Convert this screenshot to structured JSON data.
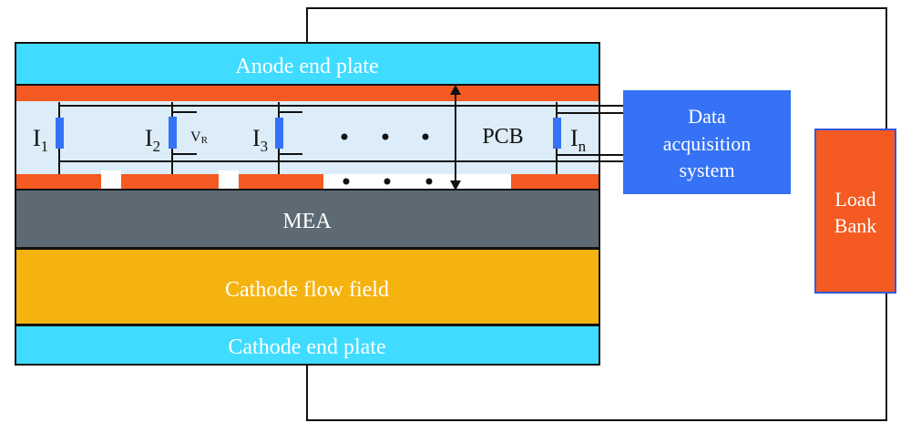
{
  "diagram": {
    "layers": {
      "anode_end_plate": {
        "label": "Anode end plate",
        "color": "#3fdcff"
      },
      "anode_strip": {
        "color": "#f45a22"
      },
      "pcb": {
        "label": "PCB",
        "color": "#dcedf9"
      },
      "mea": {
        "label": "MEA",
        "color": "#5d6a73"
      },
      "cathode_flow_field": {
        "label": "Cathode flow field",
        "color": "#f5b30f"
      },
      "cathode_end_plate": {
        "label": "Cathode end plate",
        "color": "#3fdcff"
      }
    },
    "resistors": [
      {
        "label": "I",
        "sub": "1"
      },
      {
        "label": "I",
        "sub": "2"
      },
      {
        "label": "I",
        "sub": "3"
      },
      {
        "label": "I",
        "sub": "n"
      }
    ],
    "resistor_color": "#3572f5",
    "voltage_label": {
      "label": "V",
      "sub": "R"
    },
    "ellipsis": "• • •",
    "daq": {
      "line1": "Data",
      "line2": "acquisition",
      "line3": "system",
      "color": "#3572f5"
    },
    "load_bank": {
      "line1": "Load",
      "line2": "Bank",
      "color": "#f45a22"
    }
  }
}
